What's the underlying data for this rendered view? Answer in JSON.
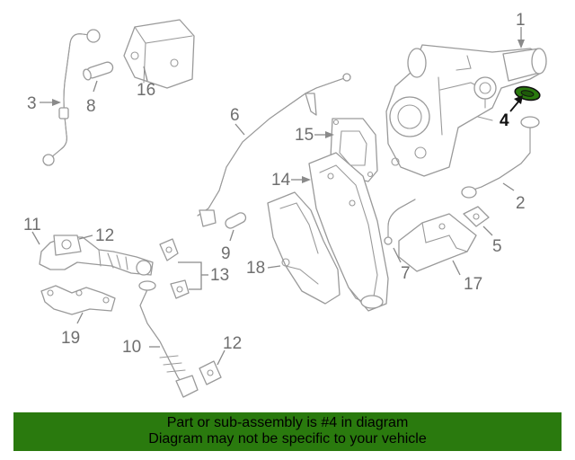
{
  "callouts": {
    "c1": "1",
    "c2": "2",
    "c3": "3",
    "c4": "4",
    "c5": "5",
    "c6": "6",
    "c7": "7",
    "c8": "8",
    "c9": "9",
    "c10": "10",
    "c11": "11",
    "c12a": "12",
    "c12b": "12",
    "c13": "13",
    "c14": "14",
    "c15": "15",
    "c16": "16",
    "c17": "17",
    "c18": "18",
    "c19": "19"
  },
  "highlighted_part": "4",
  "colors": {
    "highlight_fill": "#2a7a0e",
    "banner_background": "#2a7a0e",
    "line_gray": "#9a9a9a"
  },
  "banner": {
    "line1": "Part or sub-assembly is #4 in diagram",
    "line2": "Diagram may not be specific to your vehicle"
  }
}
